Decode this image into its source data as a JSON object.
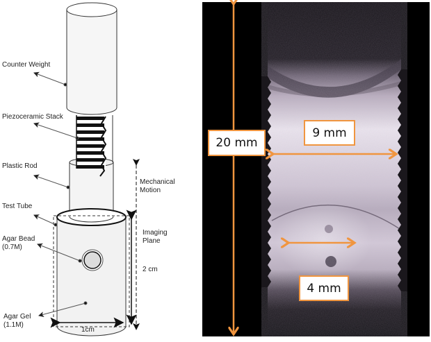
{
  "diagram": {
    "labels": {
      "counter_weight": "Counter Weight",
      "piezo_stack": "Piezoceramic Stack",
      "plastic_rod": "Plastic Rod",
      "mechanical_motion_1": "Mechanical",
      "mechanical_motion_2": "Motion",
      "test_tube": "Test Tube",
      "agar_bead_1": "Agar Bead",
      "agar_bead_2": "(0.7M)",
      "imaging_plane_1": "Imaging",
      "imaging_plane_2": "Plane",
      "height_dim": "2 cm",
      "agar_gel_1": "Agar Gel",
      "agar_gel_2": "(1.1M)",
      "width_dim": "1cm"
    }
  },
  "mri": {
    "accent_color": "#f0953f",
    "labels": {
      "total_length": "20 mm",
      "tube_width": "9 mm",
      "bead_diameter": "4 mm"
    }
  }
}
